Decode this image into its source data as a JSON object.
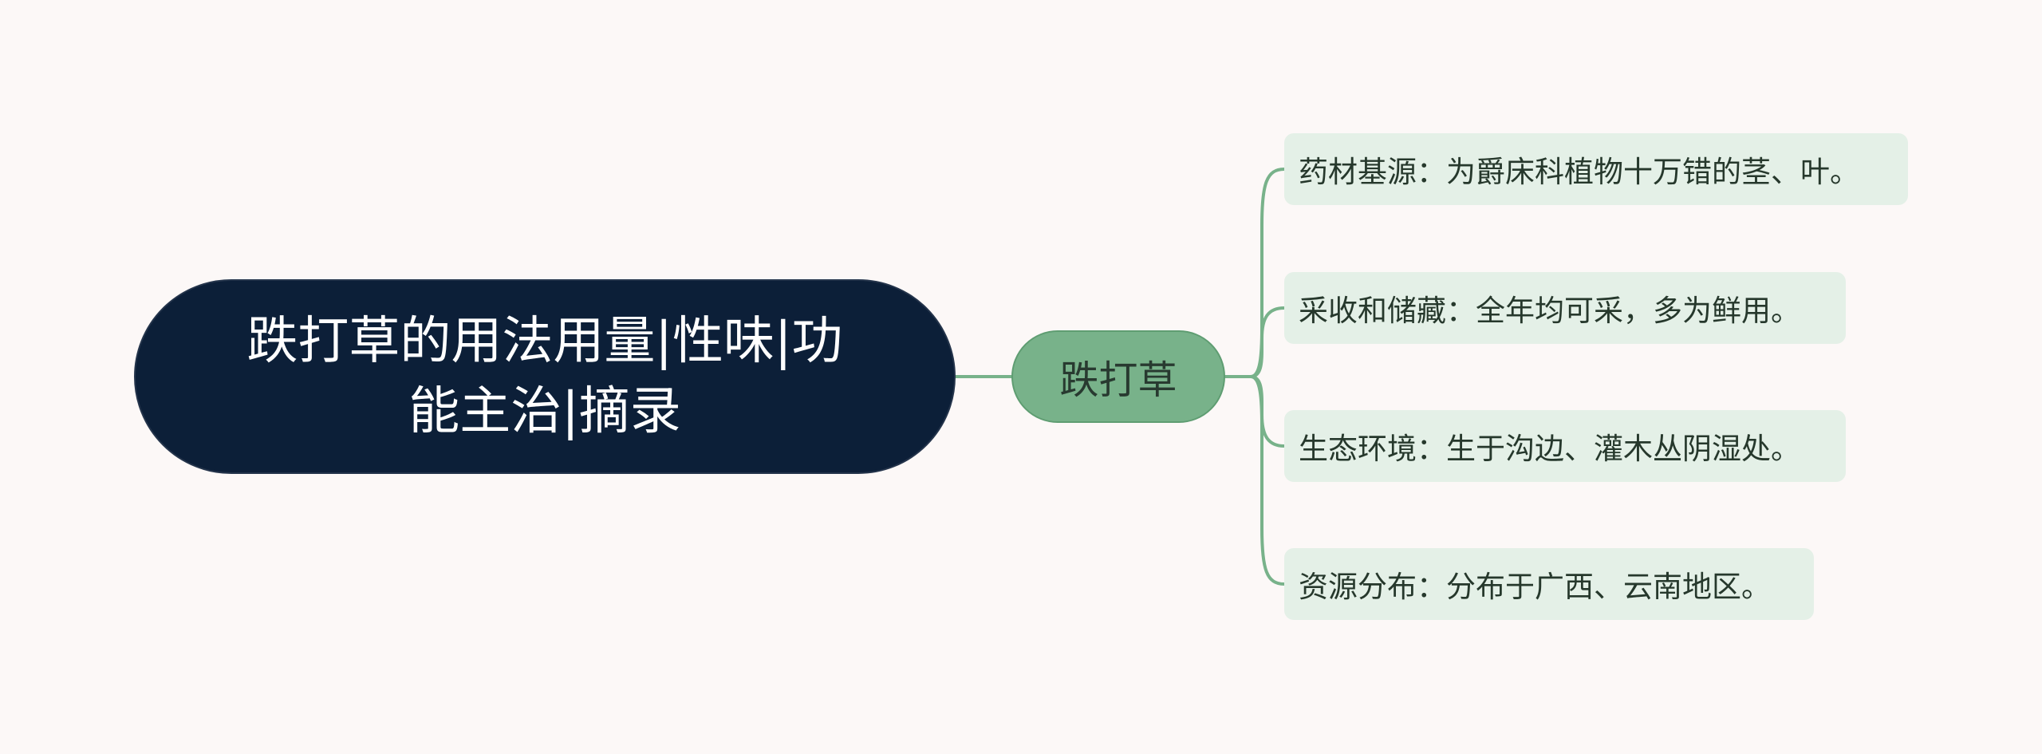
{
  "mindmap": {
    "root": {
      "title": "跌打草的用法用量|性味|功能主治|摘录"
    },
    "main": {
      "label": "跌打草"
    },
    "leaves": [
      {
        "label": "药材基源：为爵床科植物十万错的茎、叶。"
      },
      {
        "label": "采收和储藏：全年均可采，多为鲜用。"
      },
      {
        "label": "生态环境：生于沟边、灌木丛阴湿处。"
      },
      {
        "label": "资源分布：分布于广西、云南地区。"
      }
    ]
  },
  "colors": {
    "background": "#fcf8f7",
    "root_fill": "#0c1f38",
    "main_fill": "#78b28a",
    "leaf_fill": "#e4f0e7",
    "connector": "#78b28a"
  }
}
